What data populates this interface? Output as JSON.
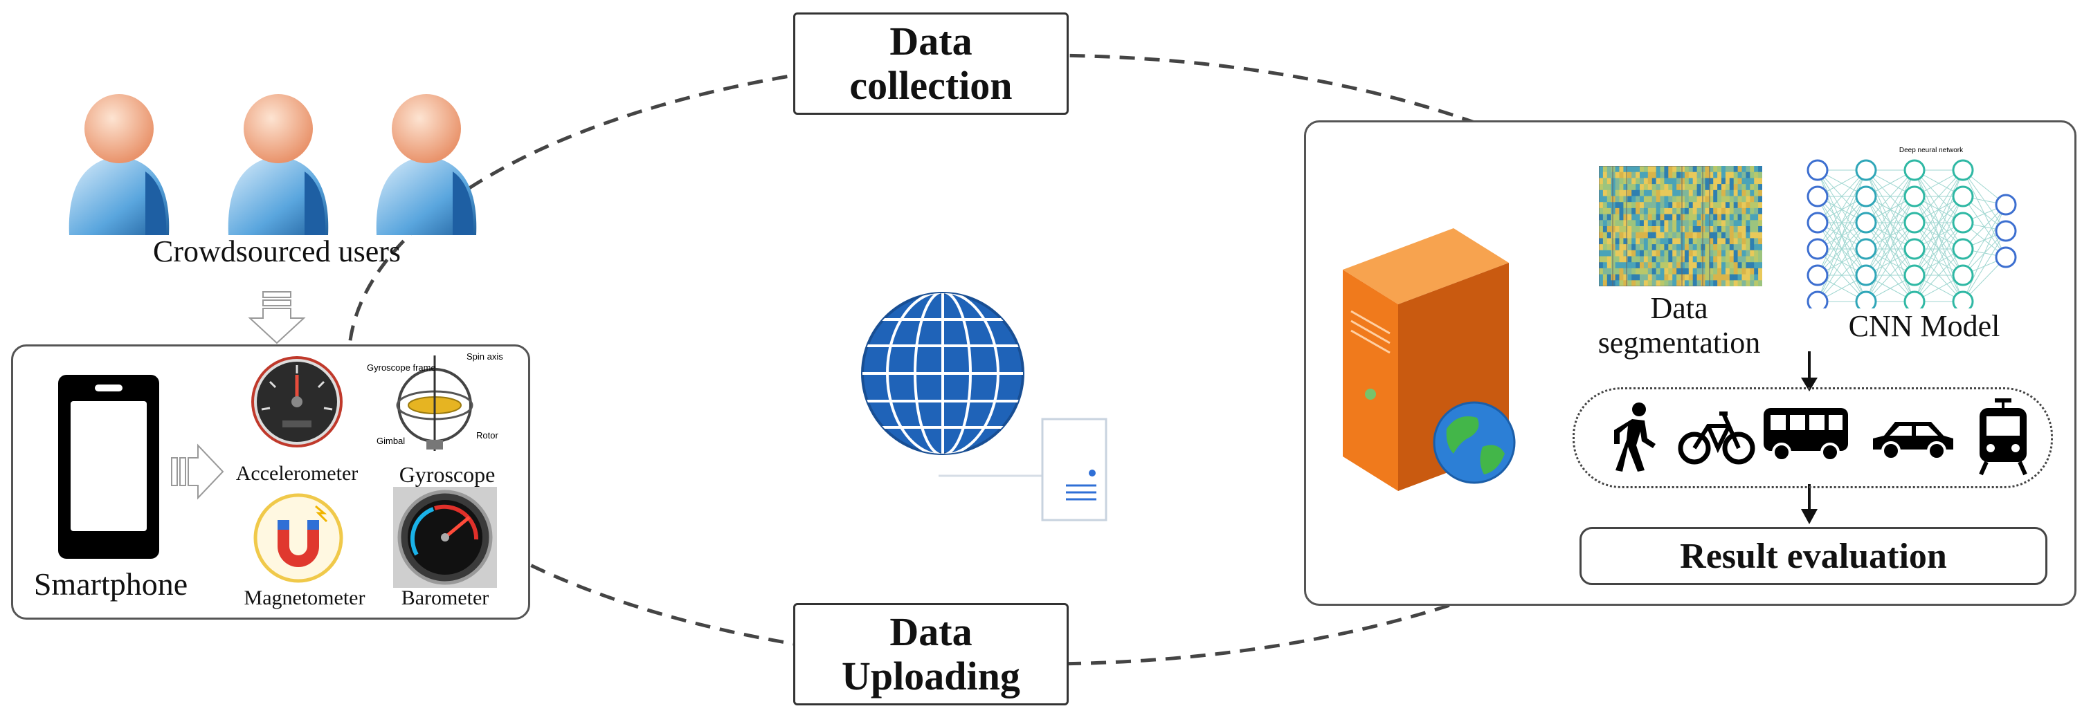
{
  "stages": {
    "collection": {
      "line1": "Data",
      "line2": "collection"
    },
    "uploading": {
      "line1": "Data",
      "line2": "Uploading"
    }
  },
  "users": {
    "label": "Crowdsourced users",
    "icon": "user-icon",
    "count": 3
  },
  "phone_panel": {
    "smartphone_label": "Smartphone",
    "sensors": [
      {
        "name": "Accelerometer",
        "icon": "accelerometer-icon"
      },
      {
        "name": "Gyroscope",
        "icon": "gyroscope-icon",
        "parts": [
          "Gyroscope frame",
          "Spin axis",
          "Gimbal",
          "Rotor"
        ]
      },
      {
        "name": "Magnetometer",
        "icon": "magnet-icon"
      },
      {
        "name": "Barometer",
        "icon": "barometer-icon"
      }
    ]
  },
  "cloud": {
    "globe_icon": "globe-icon",
    "doc_icon": "document-icon"
  },
  "server_panel": {
    "server_icon": "server-icon",
    "segmentation": {
      "line1": "Data",
      "line2": "segmentation"
    },
    "model_label": "CNN Model",
    "model_title": "Deep neural network",
    "modes": [
      "walk-icon",
      "bicycle-icon",
      "bus-icon",
      "car-icon",
      "train-icon"
    ],
    "result_label": "Result evaluation"
  },
  "colors": {
    "server_orange": "#f07a1c",
    "globe_blue": "#1f63b8",
    "user_blue": "#4f9bd6",
    "dashed_line": "#444444"
  }
}
